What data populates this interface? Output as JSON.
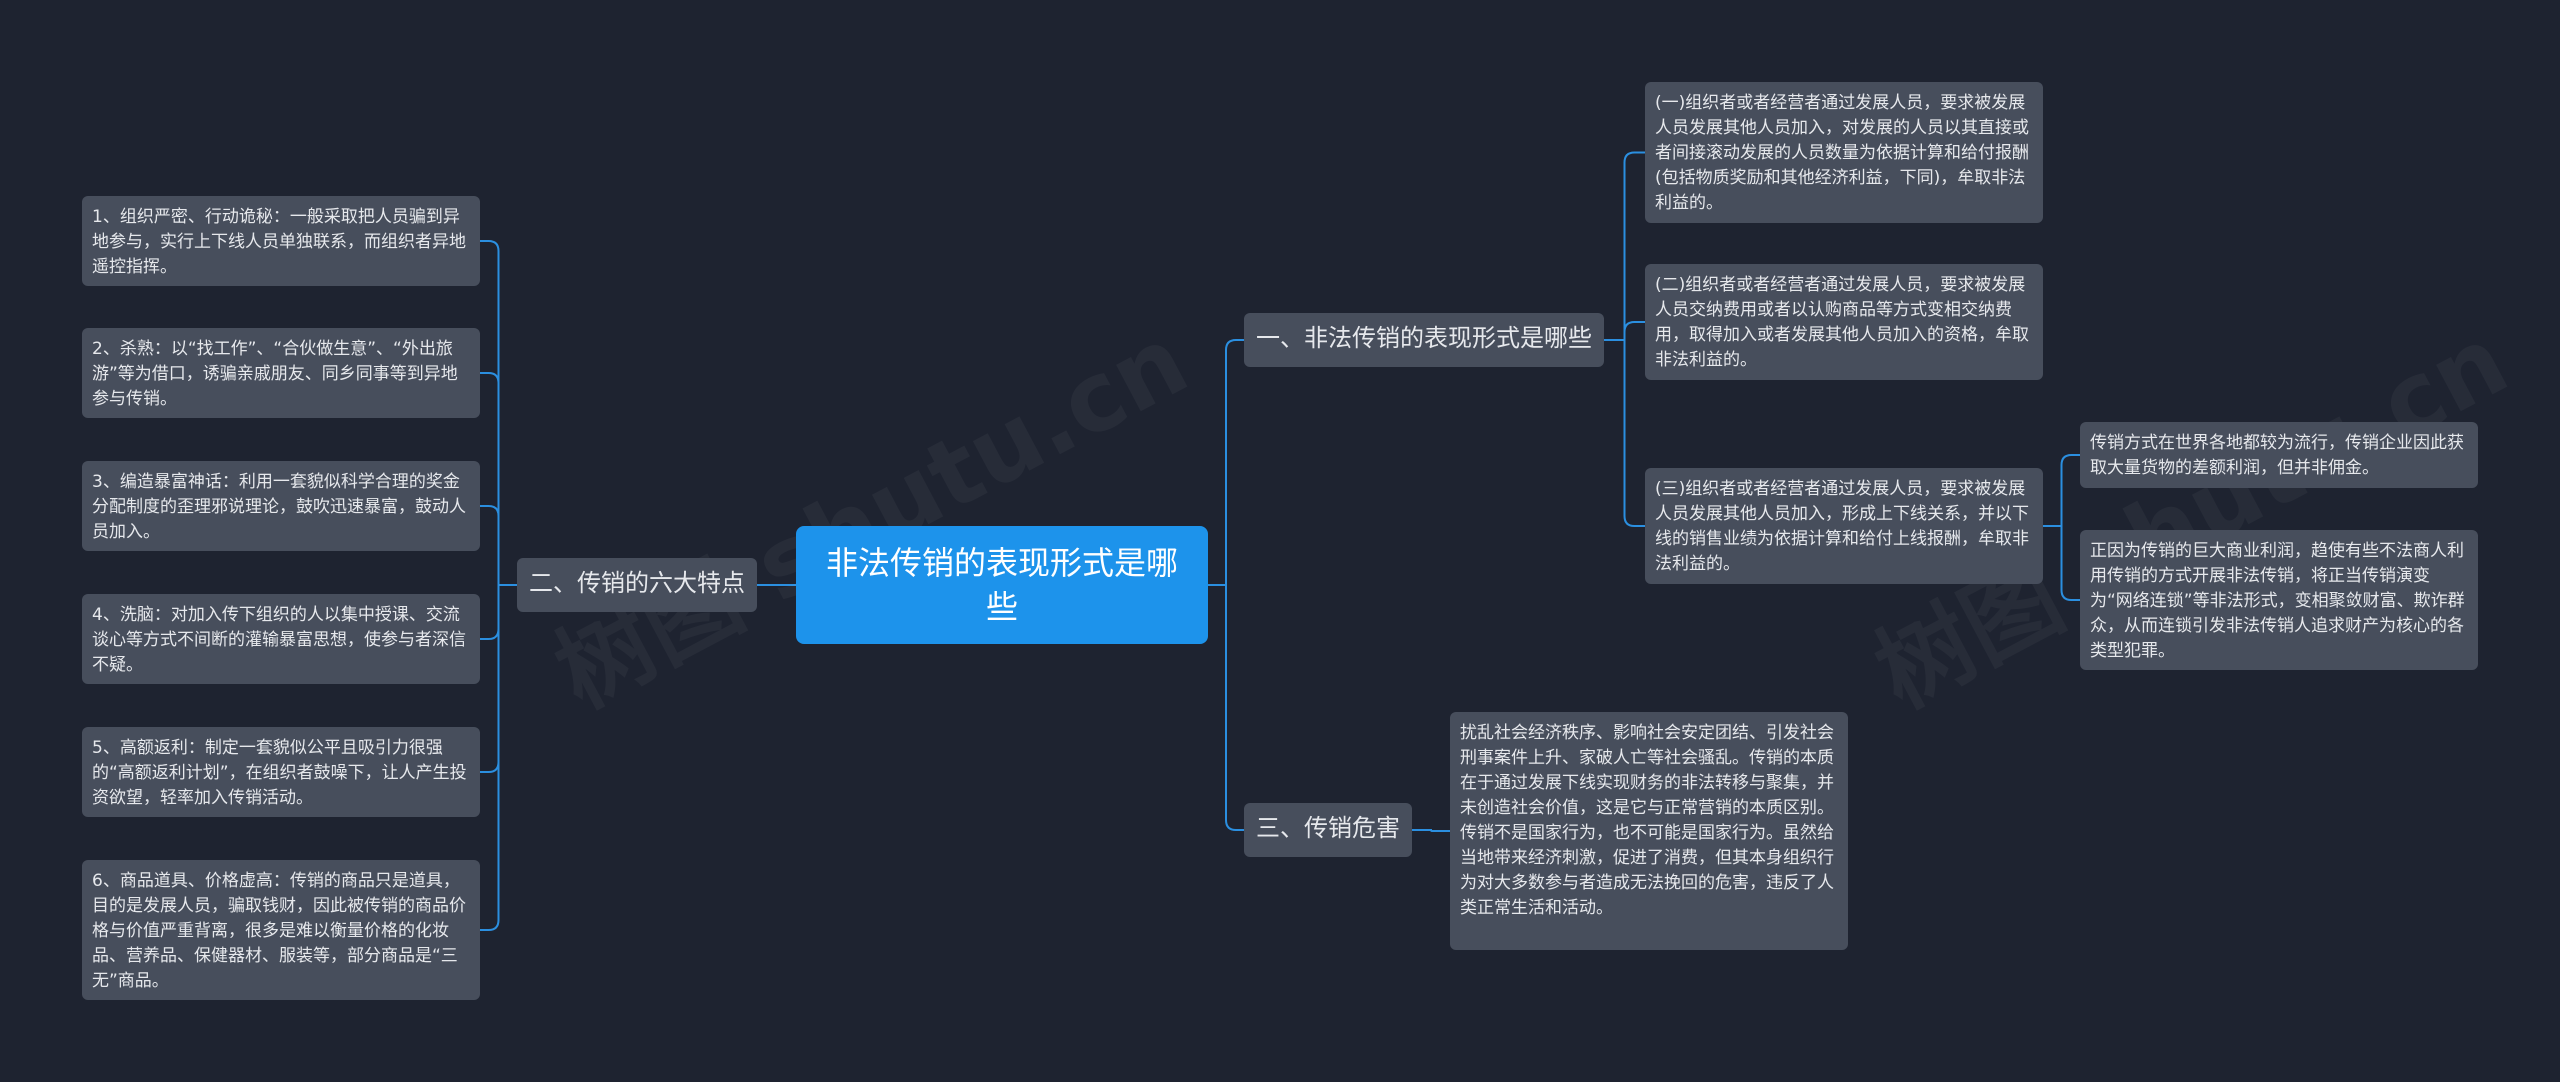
{
  "watermark": "树图 shutu.cn",
  "colors": {
    "background": "#1e2330",
    "root": "#1d93eb",
    "node": "#474e5c",
    "link": "#2b8fe0"
  },
  "root": {
    "label": "非法传销的表现形式是哪些"
  },
  "branch1": {
    "label": "一、非法传销的表现形式是哪些",
    "items": [
      "(一)组织者或者经营者通过发展人员，要求被发展人员发展其他人员加入，对发展的人员以其直接或者间接滚动发展的人员数量为依据计算和给付报酬(包括物质奖励和其他经济利益，下同)，牟取非法利益的。",
      "(二)组织者或者经营者通过发展人员，要求被发展人员交纳费用或者以认购商品等方式变相交纳费用，取得加入或者发展其他人员加入的资格，牟取非法利益的。",
      "(三)组织者或者经营者通过发展人员，要求被发展人员发展其他人员加入，形成上下线关系，并以下线的销售业绩为依据计算和给付上线报酬，牟取非法利益的。"
    ],
    "sub_items": [
      "传销方式在世界各地都较为流行，传销企业因此获取大量货物的差额利润，但并非佣金。",
      "正因为传销的巨大商业利润，趋使有些不法商人利用传销的方式开展非法传销，将正当传销演变为“网络连锁”等非法形式，变相聚敛财富、欺诈群众，从而连锁引发非法传销人追求财产为核心的各类型犯罪。"
    ]
  },
  "branch2": {
    "label": "二、传销的六大特点",
    "items": [
      "1、组织严密、行动诡秘：一般采取把人员骗到异地参与，实行上下线人员单独联系，而组织者异地遥控指挥。",
      "2、杀熟：以“找工作”、“合伙做生意”、“外出旅游”等为借口，诱骗亲戚朋友、同乡同事等到异地参与传销。",
      "3、编造暴富神话：利用一套貌似科学合理的奖金分配制度的歪理邪说理论，鼓吹迅速暴富，鼓动人员加入。",
      "4、洗脑：对加入传下组织的人以集中授课、交流谈心等方式不间断的灌输暴富思想，使参与者深信不疑。",
      "5、高额返利：制定一套貌似公平且吸引力很强的“高额返利计划”，在组织者鼓噪下，让人产生投资欲望，轻率加入传销活动。",
      "6、商品道具、价格虚高：传销的商品只是道具，目的是发展人员，骗取钱财，因此被传销的商品价格与价值严重背离，很多是难以衡量价格的化妆品、营养品、保健器材、服装等，部分商品是“三无”商品。"
    ]
  },
  "branch3": {
    "label": "三、传销危害",
    "items": [
      "扰乱社会经济秩序、影响社会安定团结、引发社会刑事案件上升、家破人亡等社会骚乱。传销的本质在于通过发展下线实现财务的非法转移与聚集，并未创造社会价值，这是它与正常营销的本质区别。 传销不是国家行为，也不可能是国家行为。虽然给当地带来经济刺激，促进了消费，但其本身组织行为对大多数参与者造成无法挽回的危害，违反了人类正常生活和活动。"
    ]
  }
}
